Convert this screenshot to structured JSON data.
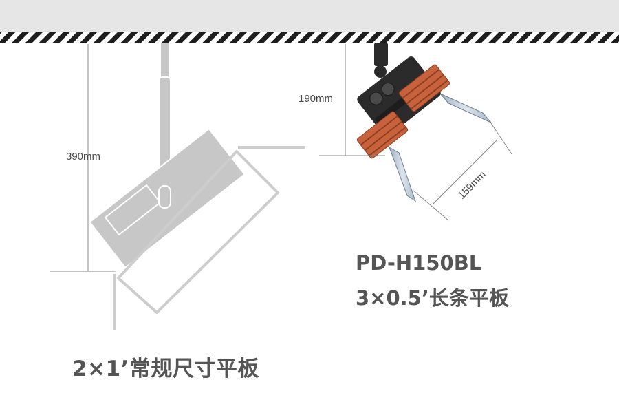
{
  "dimensions": {
    "large_drop": "390mm",
    "compact_drop": "190mm",
    "compact_width": "159mm"
  },
  "large_fixture": {
    "caption": "2×1’常规尺寸平板"
  },
  "compact_fixture": {
    "model": "PD-H150BL",
    "spec": "3×0.5’长条平板"
  },
  "colors": {
    "ceiling_band": "#e6e6e6",
    "hatch_dark": "#1e1e1e",
    "ghost_fixture": "#c7c7c7",
    "ghost_outline": "#cdcdcd",
    "dimension_line": "#888888",
    "heatsink_orange": "#c8623c",
    "housing_dark": "#2b2b2b",
    "glass_blue": "#b9c6d3",
    "text_gray": "#555555"
  }
}
